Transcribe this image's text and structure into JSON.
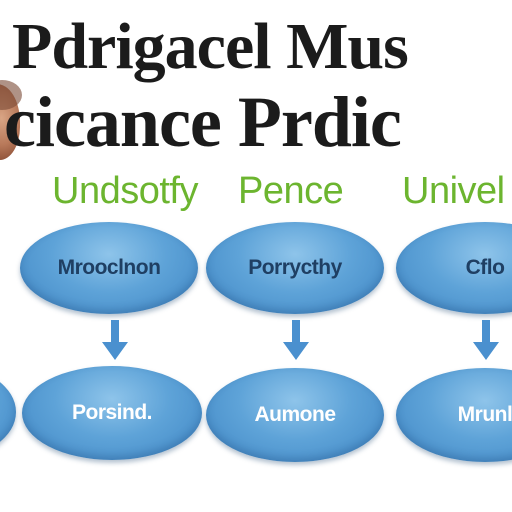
{
  "title": {
    "line1": "Pdrigacel Mus",
    "line2": "cicance Prdic"
  },
  "headings": [
    "Undsotfy",
    "Pence",
    "Univel"
  ],
  "top_nodes": [
    "Mrooclnon",
    "Porrycthy",
    "Cflo"
  ],
  "bottom_nodes": [
    "Porsind.",
    "Aumone",
    "Mrunl"
  ],
  "colors": {
    "heading_green": "#6cb52f",
    "node_blue": "#5ea3d8",
    "arrow_blue": "#4a90cf",
    "title_black": "#1b1b1b"
  }
}
